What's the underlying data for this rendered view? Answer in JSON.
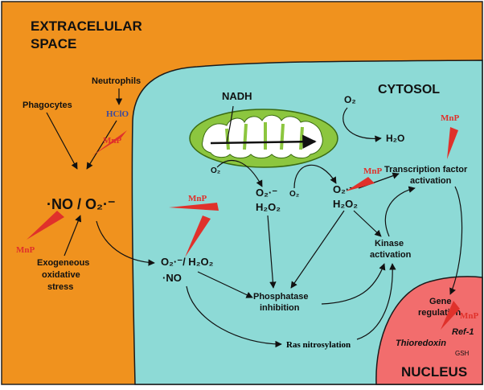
{
  "regions": {
    "extracellular_line1": "EXTRACELULAR",
    "extracellular_line2": "SPACE",
    "cytosol": "CYTOSOL",
    "nucleus": "NUCLEUS"
  },
  "labels": {
    "neutrophils": "Neutrophils",
    "hclo": "HClO",
    "phagocytes": "Phagocytes",
    "no_o2_radical": "·NO / O₂·⁻",
    "exogeneous_line1": "Exogeneous",
    "exogeneous_line2": "oxidative",
    "exogeneous_line3": "stress",
    "nadh": "NADH",
    "o2_top": "O₂",
    "h2o": "H₂O",
    "o2_mito_left": "O₂",
    "o2_mito_right": "O₂",
    "superoxide_mid": "O₂·⁻",
    "h2o2_mid": "H₂O₂",
    "superoxide_right": "O₂·⁻",
    "h2o2_right": "H₂O₂",
    "transcription_line1": "Transcription factor",
    "transcription_line2": "activation",
    "kinase_line1": "Kinase",
    "kinase_line2": "activation",
    "o2_h2o2_lower": "O₂·⁻/ H₂O₂",
    "no_lower": "·NO",
    "phosphatase_line1": "Phosphatase",
    "phosphatase_line2": "inhibition",
    "ras": "Ras nitrosylation",
    "gene_line1": "Gene",
    "gene_line2": "regulation",
    "ref1": "Ref-1",
    "thioredoxin": "Thioredoxin",
    "gsh": "GSH"
  },
  "mnp_label": "MnP",
  "colors": {
    "extracellular": "#f0921e",
    "cytosol": "#8ddad6",
    "mitochondrion": "#8cc63f",
    "nucleus": "#f26d6d",
    "inhibitor": "#e0312b",
    "hclo_text": "#3d4a9c"
  }
}
